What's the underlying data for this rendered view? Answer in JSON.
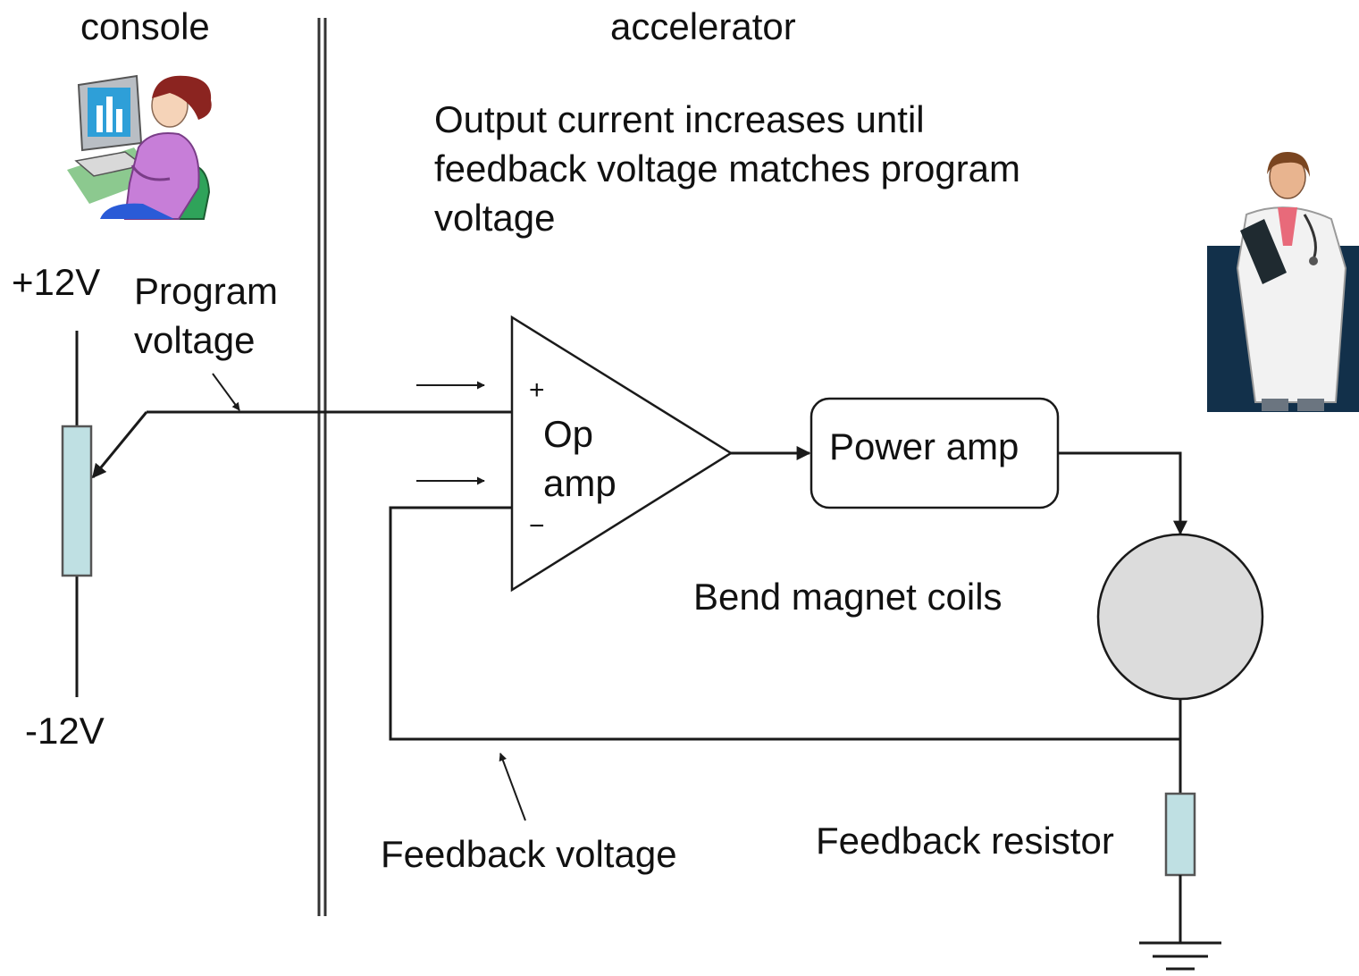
{
  "sections": {
    "console": "console",
    "accelerator": "accelerator"
  },
  "description": {
    "line1": "Output current increases until",
    "line2": "feedback voltage matches program",
    "line3": "voltage"
  },
  "potentiometer": {
    "top_voltage": "+12V",
    "bottom_voltage": "-12V",
    "output_label_line1": "Program",
    "output_label_line2": "voltage"
  },
  "opamp": {
    "plus": "+",
    "minus": "−",
    "label_line1": "Op",
    "label_line2": "amp"
  },
  "power_amp": {
    "label": "Power amp"
  },
  "magnet": {
    "label": "Bend magnet coils"
  },
  "feedback": {
    "voltage_label": "Feedback voltage",
    "resistor_label": "Feedback resistor"
  },
  "icons": {
    "operator": "operator-at-computer-icon",
    "doctor": "doctor-icon"
  },
  "colors": {
    "resistor_fill": "#bfe0e3",
    "coil_fill": "#dcdcdc",
    "doctor_bg": "#12304a",
    "operator_shirt": "#c77ed8",
    "operator_hair": "#8b2420"
  }
}
